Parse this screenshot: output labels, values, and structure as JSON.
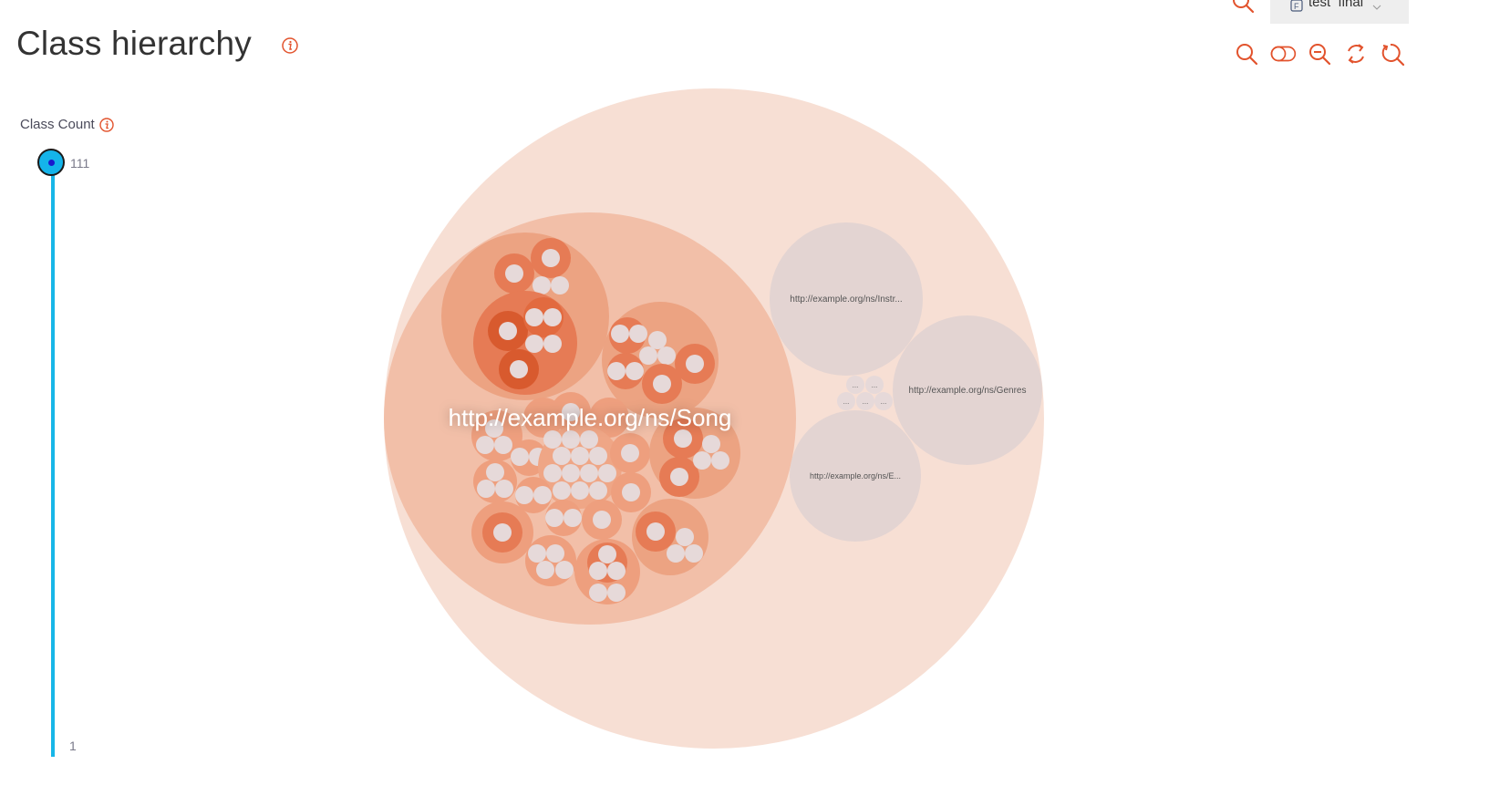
{
  "header": {
    "title": "Class hierarchy",
    "dataset": {
      "label": "test_final",
      "icon": "file-f-icon"
    }
  },
  "toolbar": {
    "items": [
      {
        "icon": "search-icon"
      },
      {
        "icon": "toggle-icon"
      },
      {
        "icon": "zoom-out-icon"
      },
      {
        "icon": "refresh-icon"
      },
      {
        "icon": "reset-zoom-icon"
      }
    ]
  },
  "slider": {
    "label": "Class Count",
    "max": "111",
    "min": "1",
    "value": 111
  },
  "pack": {
    "song_label": "http://example.org/ns/Song",
    "instruments_label": "http://example.org/ns/Instr...",
    "genres_label": "http://example.org/ns/Genres",
    "e_label": "http://example.org/ns/E...",
    "ellipsis": "..."
  },
  "colors": {
    "accent": "#e2532d",
    "slider": "#17b6e8",
    "root_circle": "#f7dfd4",
    "song_circle": "#f2bfa8",
    "gray_circle": "#e3d4d2",
    "leaf": "#e6d9d9"
  }
}
